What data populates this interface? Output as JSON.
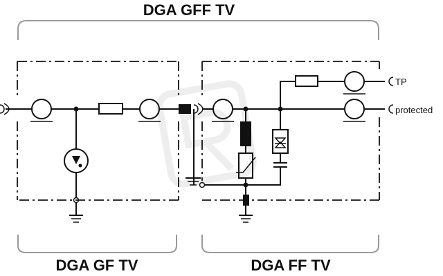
{
  "titles": {
    "top": "DGA GFF TV",
    "bottom_left": "DGA GF TV",
    "bottom_right": "DGA FF TV"
  },
  "terminals": {
    "tp": "TP",
    "protected": "protected"
  },
  "colors": {
    "line": "#111111",
    "brace": "#9a9a9a",
    "watermark": "#eeeeee"
  }
}
